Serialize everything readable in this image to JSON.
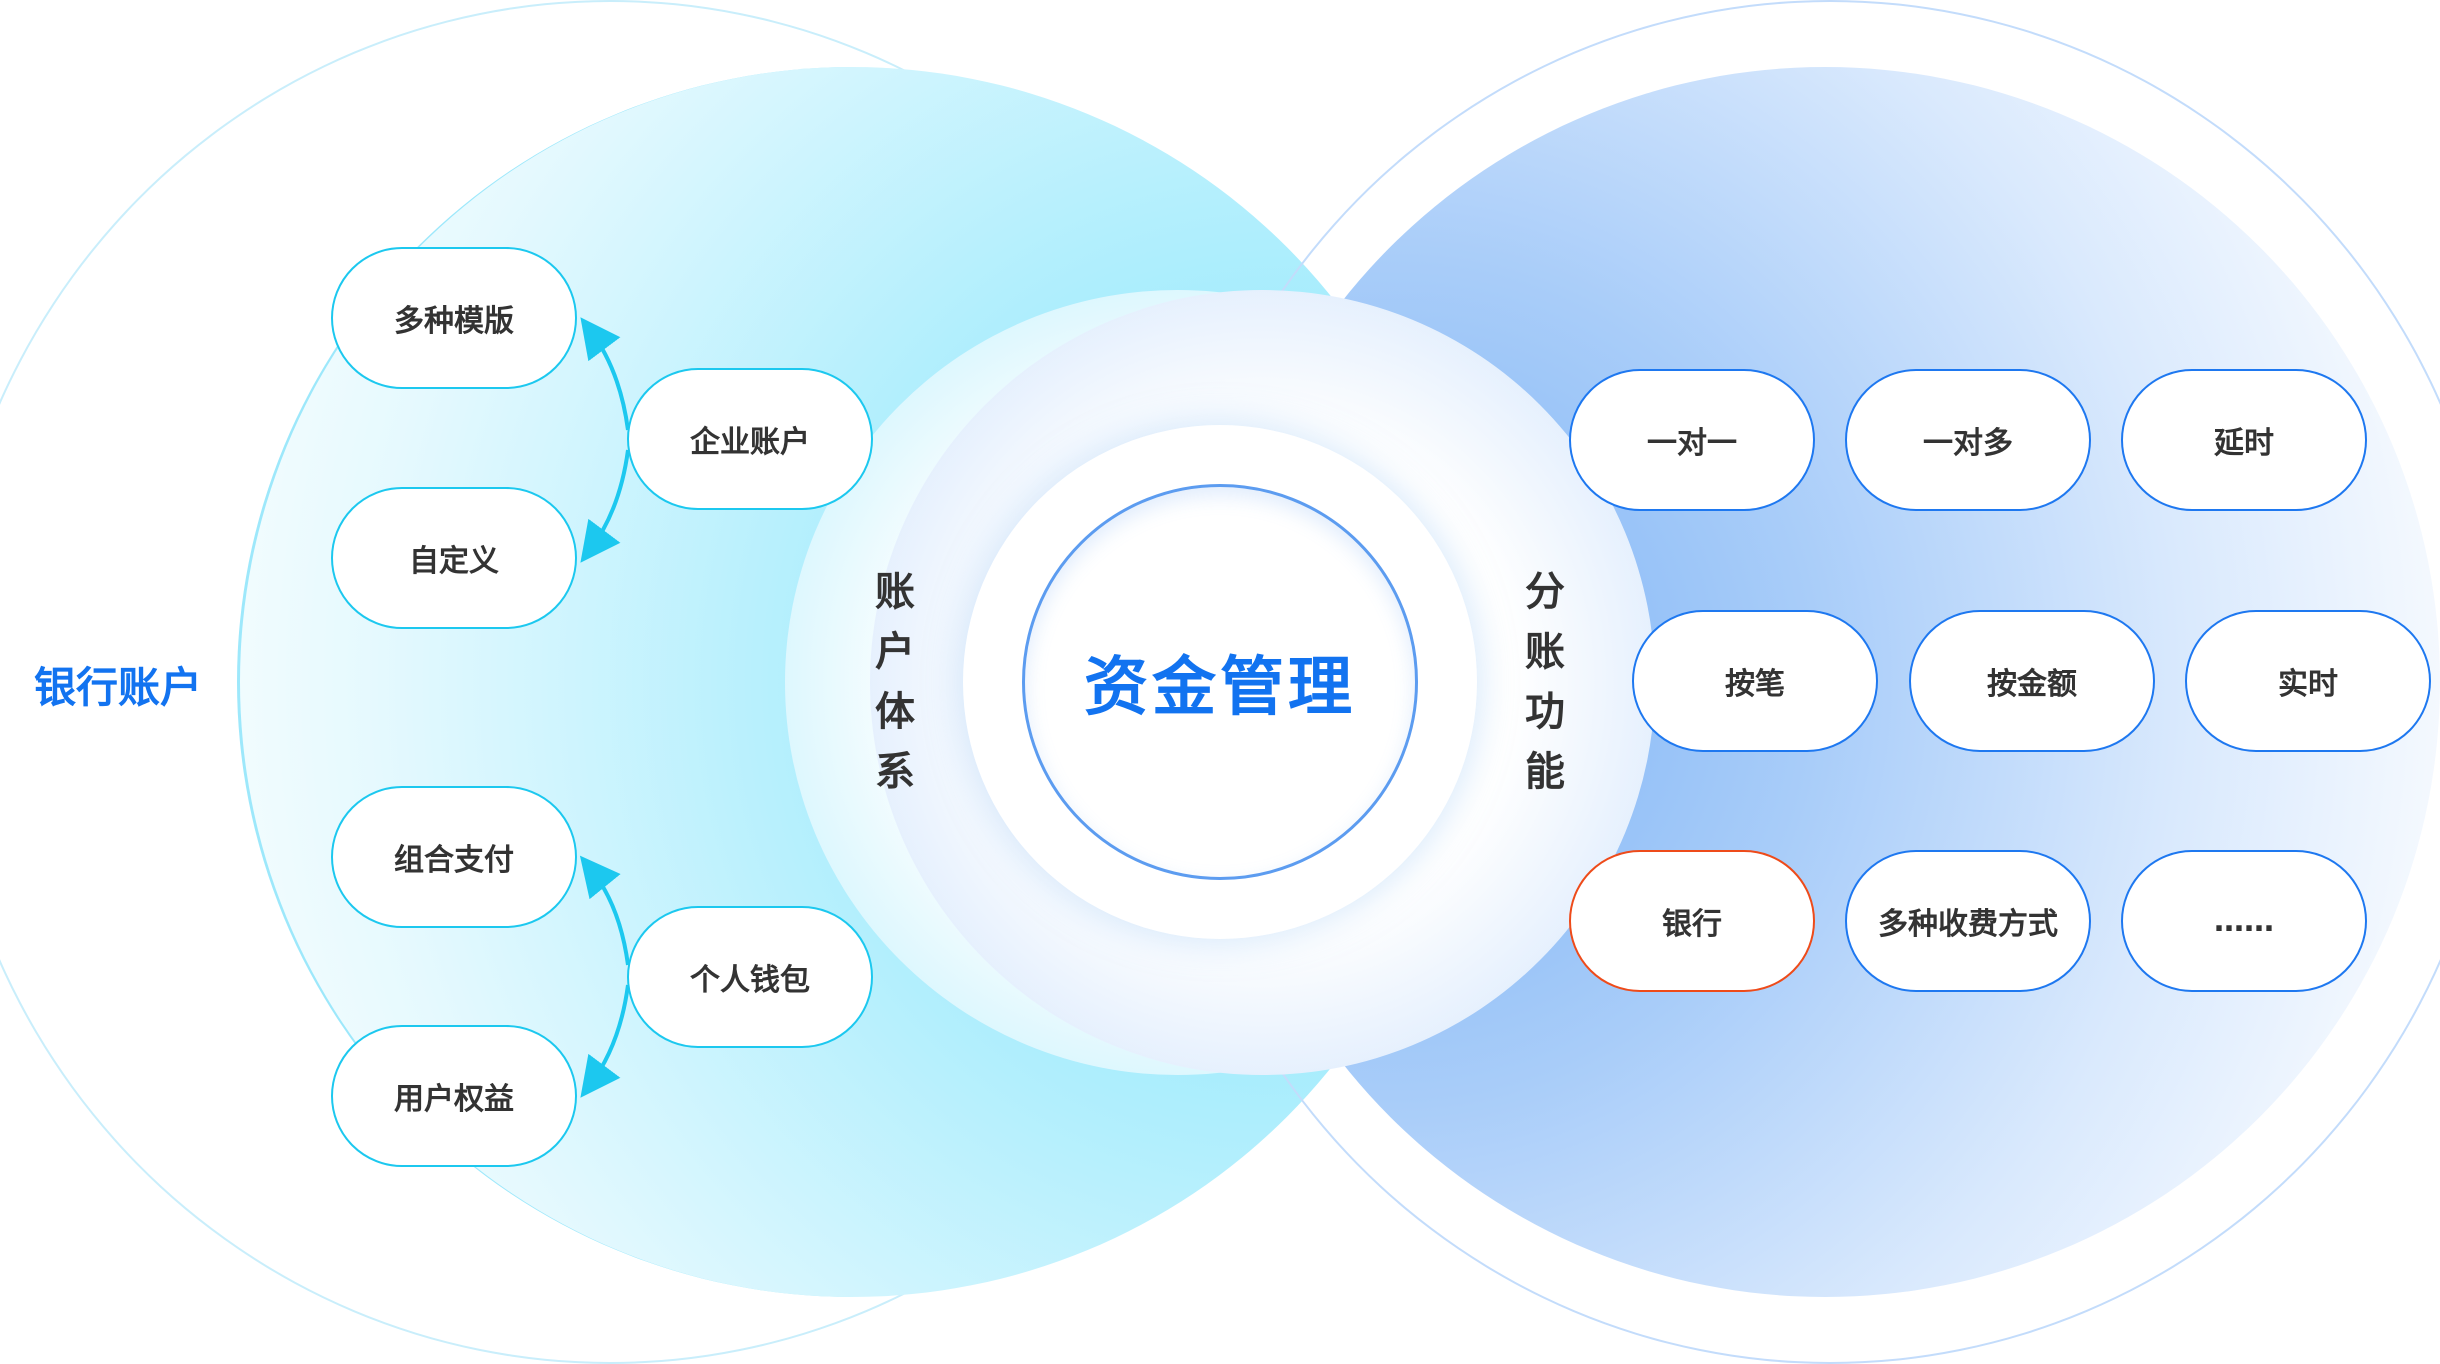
{
  "center": {
    "title": "资金管理"
  },
  "left": {
    "outer_label": "银行账户",
    "section_label": "账户体系",
    "pills": [
      "多种模版",
      "自定义",
      "企业账户",
      "组合支付",
      "个人钱包",
      "用户权益"
    ]
  },
  "right": {
    "section_label": "分账功能",
    "pills": [
      "一对一",
      "一对多",
      "延时",
      "按笔",
      "按金额",
      "实时",
      "银行",
      "多种收费方式",
      "……"
    ]
  },
  "colors": {
    "cyan": "#1cc8ef",
    "blue": "#1e78f0",
    "red": "#ee4b1a",
    "title": "#1273f0"
  }
}
